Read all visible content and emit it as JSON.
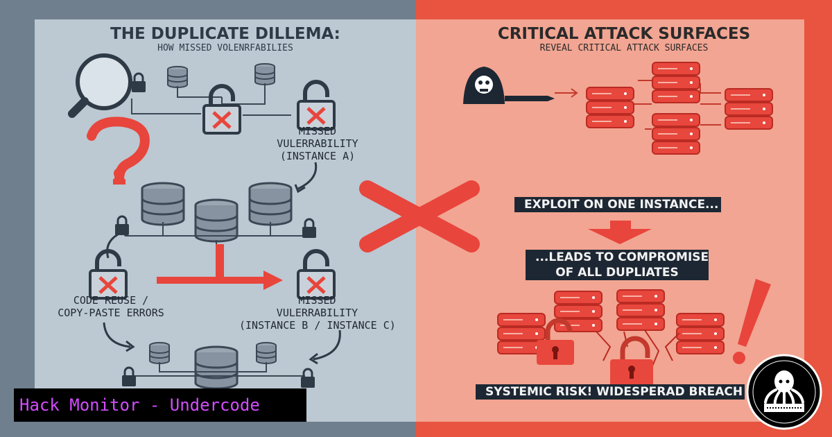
{
  "left": {
    "title": "THE DUPLICATE DILLEMA:",
    "subtitle": "HOW MISSED VOLENRFABILIES",
    "missed_a": [
      "MISSED",
      "VULERRABILITY",
      "(INSTANCE A)"
    ],
    "code_reuse": [
      "CODE REUSE /",
      "COPY-PASTE ERRORS"
    ],
    "missed_bc": [
      "MISSED",
      "VULERRABILITY",
      "(INSTANCE B / INSTANCE C)"
    ]
  },
  "right": {
    "title": "CRITICAL ATTACK SURFACES",
    "subtitle": "REVEAL CRITICAL ATTACK SURFACES",
    "exploit": "EXPLOIT ON ONE INSTANCE...",
    "leads": [
      "...LEADS TO COMPROMISE",
      "OF ALL DUPLIATES"
    ],
    "systemic": "SYSTEMIC RISK! WIDESPERAD BREACH"
  },
  "brand": {
    "label": "Hack Monitor - Undercode"
  },
  "colors": {
    "accent_red": "#e8453c",
    "dark_navy": "#1d2733",
    "brand_purple": "#d44cff"
  },
  "icons": [
    "magnifier-icon",
    "database-icon",
    "padlock-icon",
    "question-mark-icon",
    "hacker-skull-icon",
    "exclamation-icon",
    "octopus-logo-icon"
  ]
}
